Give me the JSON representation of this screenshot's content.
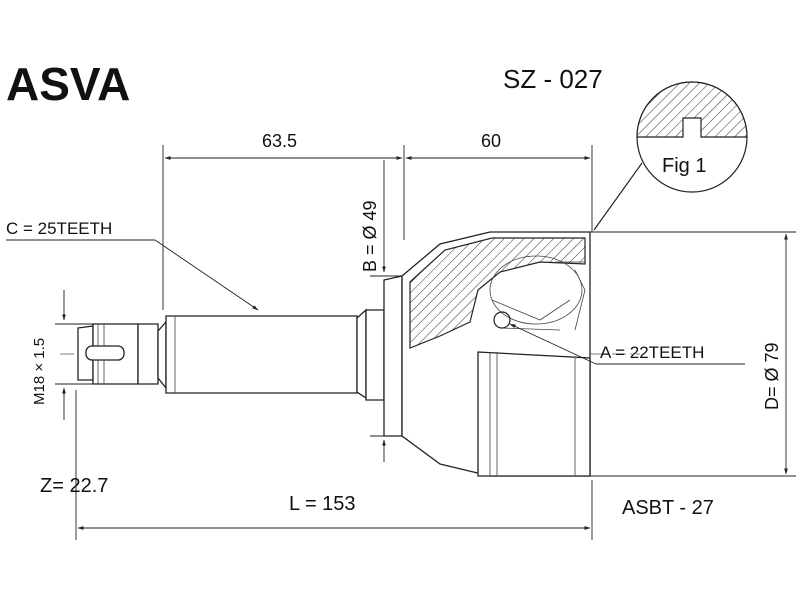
{
  "header": {
    "brand": "ASVA",
    "part_number": "SZ - 027"
  },
  "figure": {
    "label": "Fig 1"
  },
  "dimensions": {
    "shaft_length": "63.5",
    "housing_length": "60",
    "outer_teeth": "C = 25TEETH",
    "outer_diameter_b": "B = Ø 49",
    "thread": "M18 × 1.5",
    "inner_teeth": "A = 22TEETH",
    "diameter_d": "D= Ø 79",
    "z_value": "Z= 22.7",
    "total_length": "L = 153",
    "reference": "ASBT - 27"
  }
}
